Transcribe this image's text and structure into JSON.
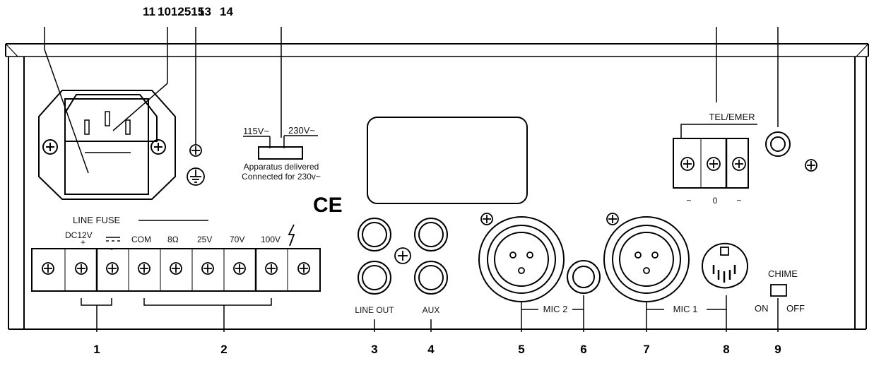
{
  "top_callouts": {
    "left_group": "11",
    "overlap_group": "1012515",
    "c13": "13",
    "c14": "14"
  },
  "bottom_callouts": [
    "1",
    "2",
    "3",
    "4",
    "5",
    "6",
    "7",
    "8",
    "9"
  ],
  "voltage_selector": {
    "left": "115V~",
    "right": "230V~",
    "note_line1": "Apparatus  delivered",
    "note_line2": "Connected for 230v~"
  },
  "line_fuse": "LINE FUSE",
  "terminal_labels": [
    "DC12V",
    "COM",
    "8Ω",
    "25V",
    "70V",
    "100V"
  ],
  "terminal_plus": "+",
  "terminal_minus": "-",
  "ce_mark": "CE",
  "jacks": {
    "line_out": "LINE OUT",
    "aux": "AUX",
    "mic2": "MIC  2",
    "mic1": "MIC  1"
  },
  "tel_emer": {
    "title": "TEL/EMER",
    "pins": [
      "~",
      "0",
      "~"
    ]
  },
  "chime": {
    "title": "CHIME",
    "on": "ON",
    "off": "OFF"
  }
}
